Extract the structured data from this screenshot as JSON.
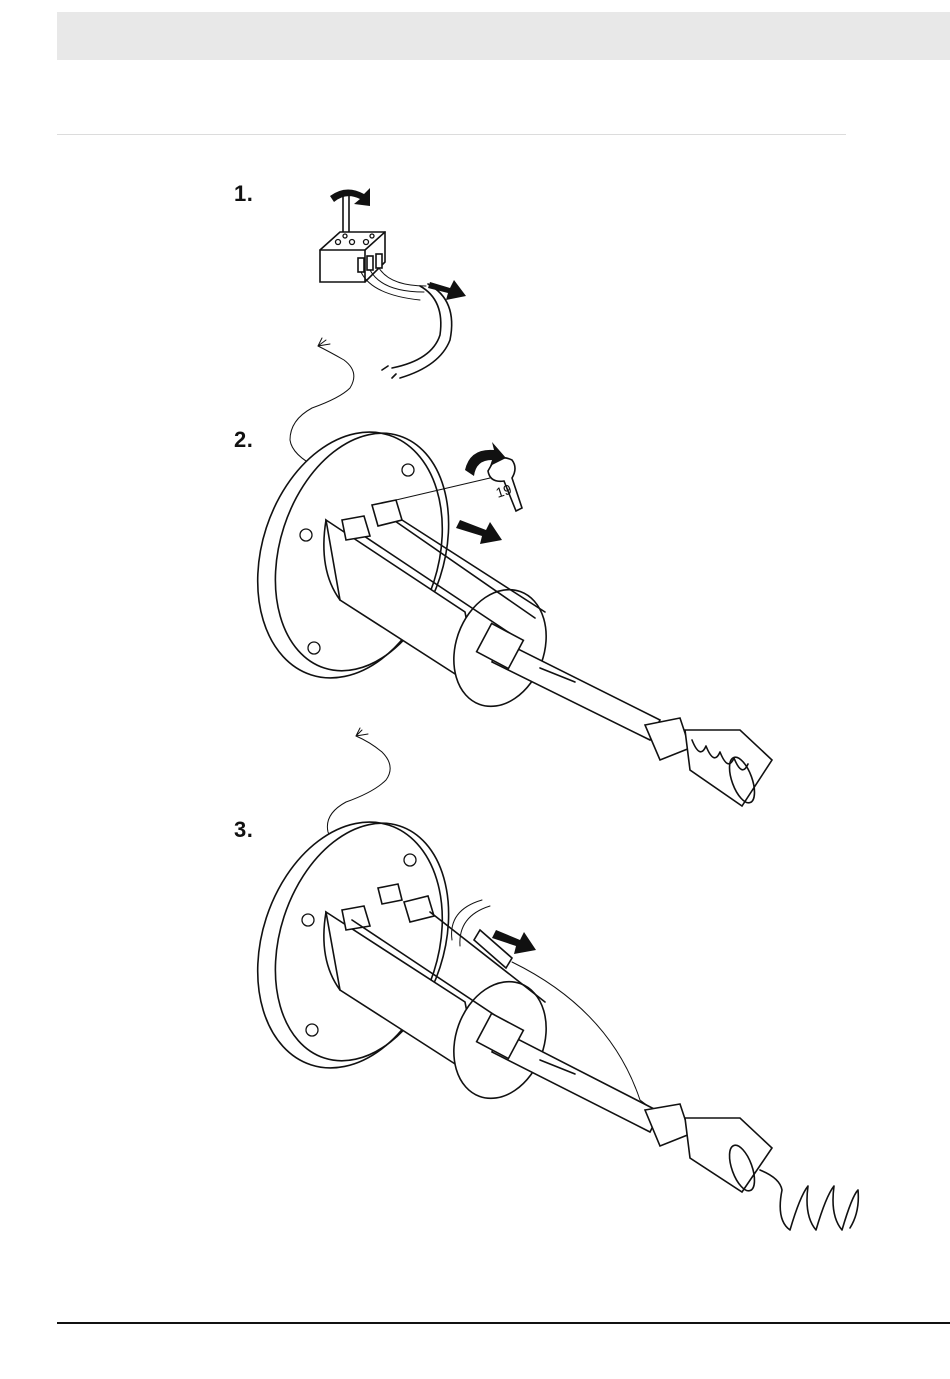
{
  "steps": [
    {
      "label": "1."
    },
    {
      "label": "2."
    },
    {
      "label": "3."
    }
  ],
  "wrench_size": "19"
}
